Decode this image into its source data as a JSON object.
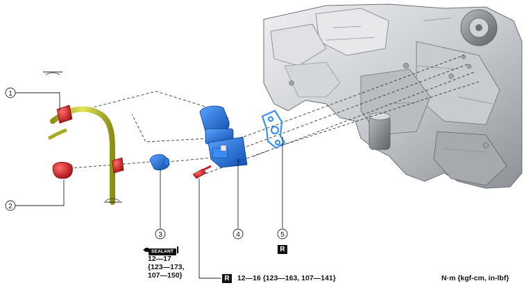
{
  "callouts": [
    {
      "id": "1",
      "label": "1"
    },
    {
      "id": "2",
      "label": "2"
    },
    {
      "id": "3",
      "label": "3"
    },
    {
      "id": "4",
      "label": "4"
    },
    {
      "id": "5",
      "label": "5"
    }
  ],
  "sealant": {
    "label": "SEALANT"
  },
  "torque_3": {
    "line1": "12—17",
    "line2": "{123—173,",
    "line3": "107—150}"
  },
  "torque_bolt": {
    "badge": "R",
    "value": "12—16 {123—163, 107—141}"
  },
  "part5_badge": "R",
  "units": "N·m {kgf-cm, in-lbf}",
  "colors": {
    "harness": "#c4c62a",
    "part_blue": "#1f6fd6",
    "part_red": "#d9252a",
    "gasket": "#3a8ff0",
    "engine": "#d2d5d9"
  }
}
